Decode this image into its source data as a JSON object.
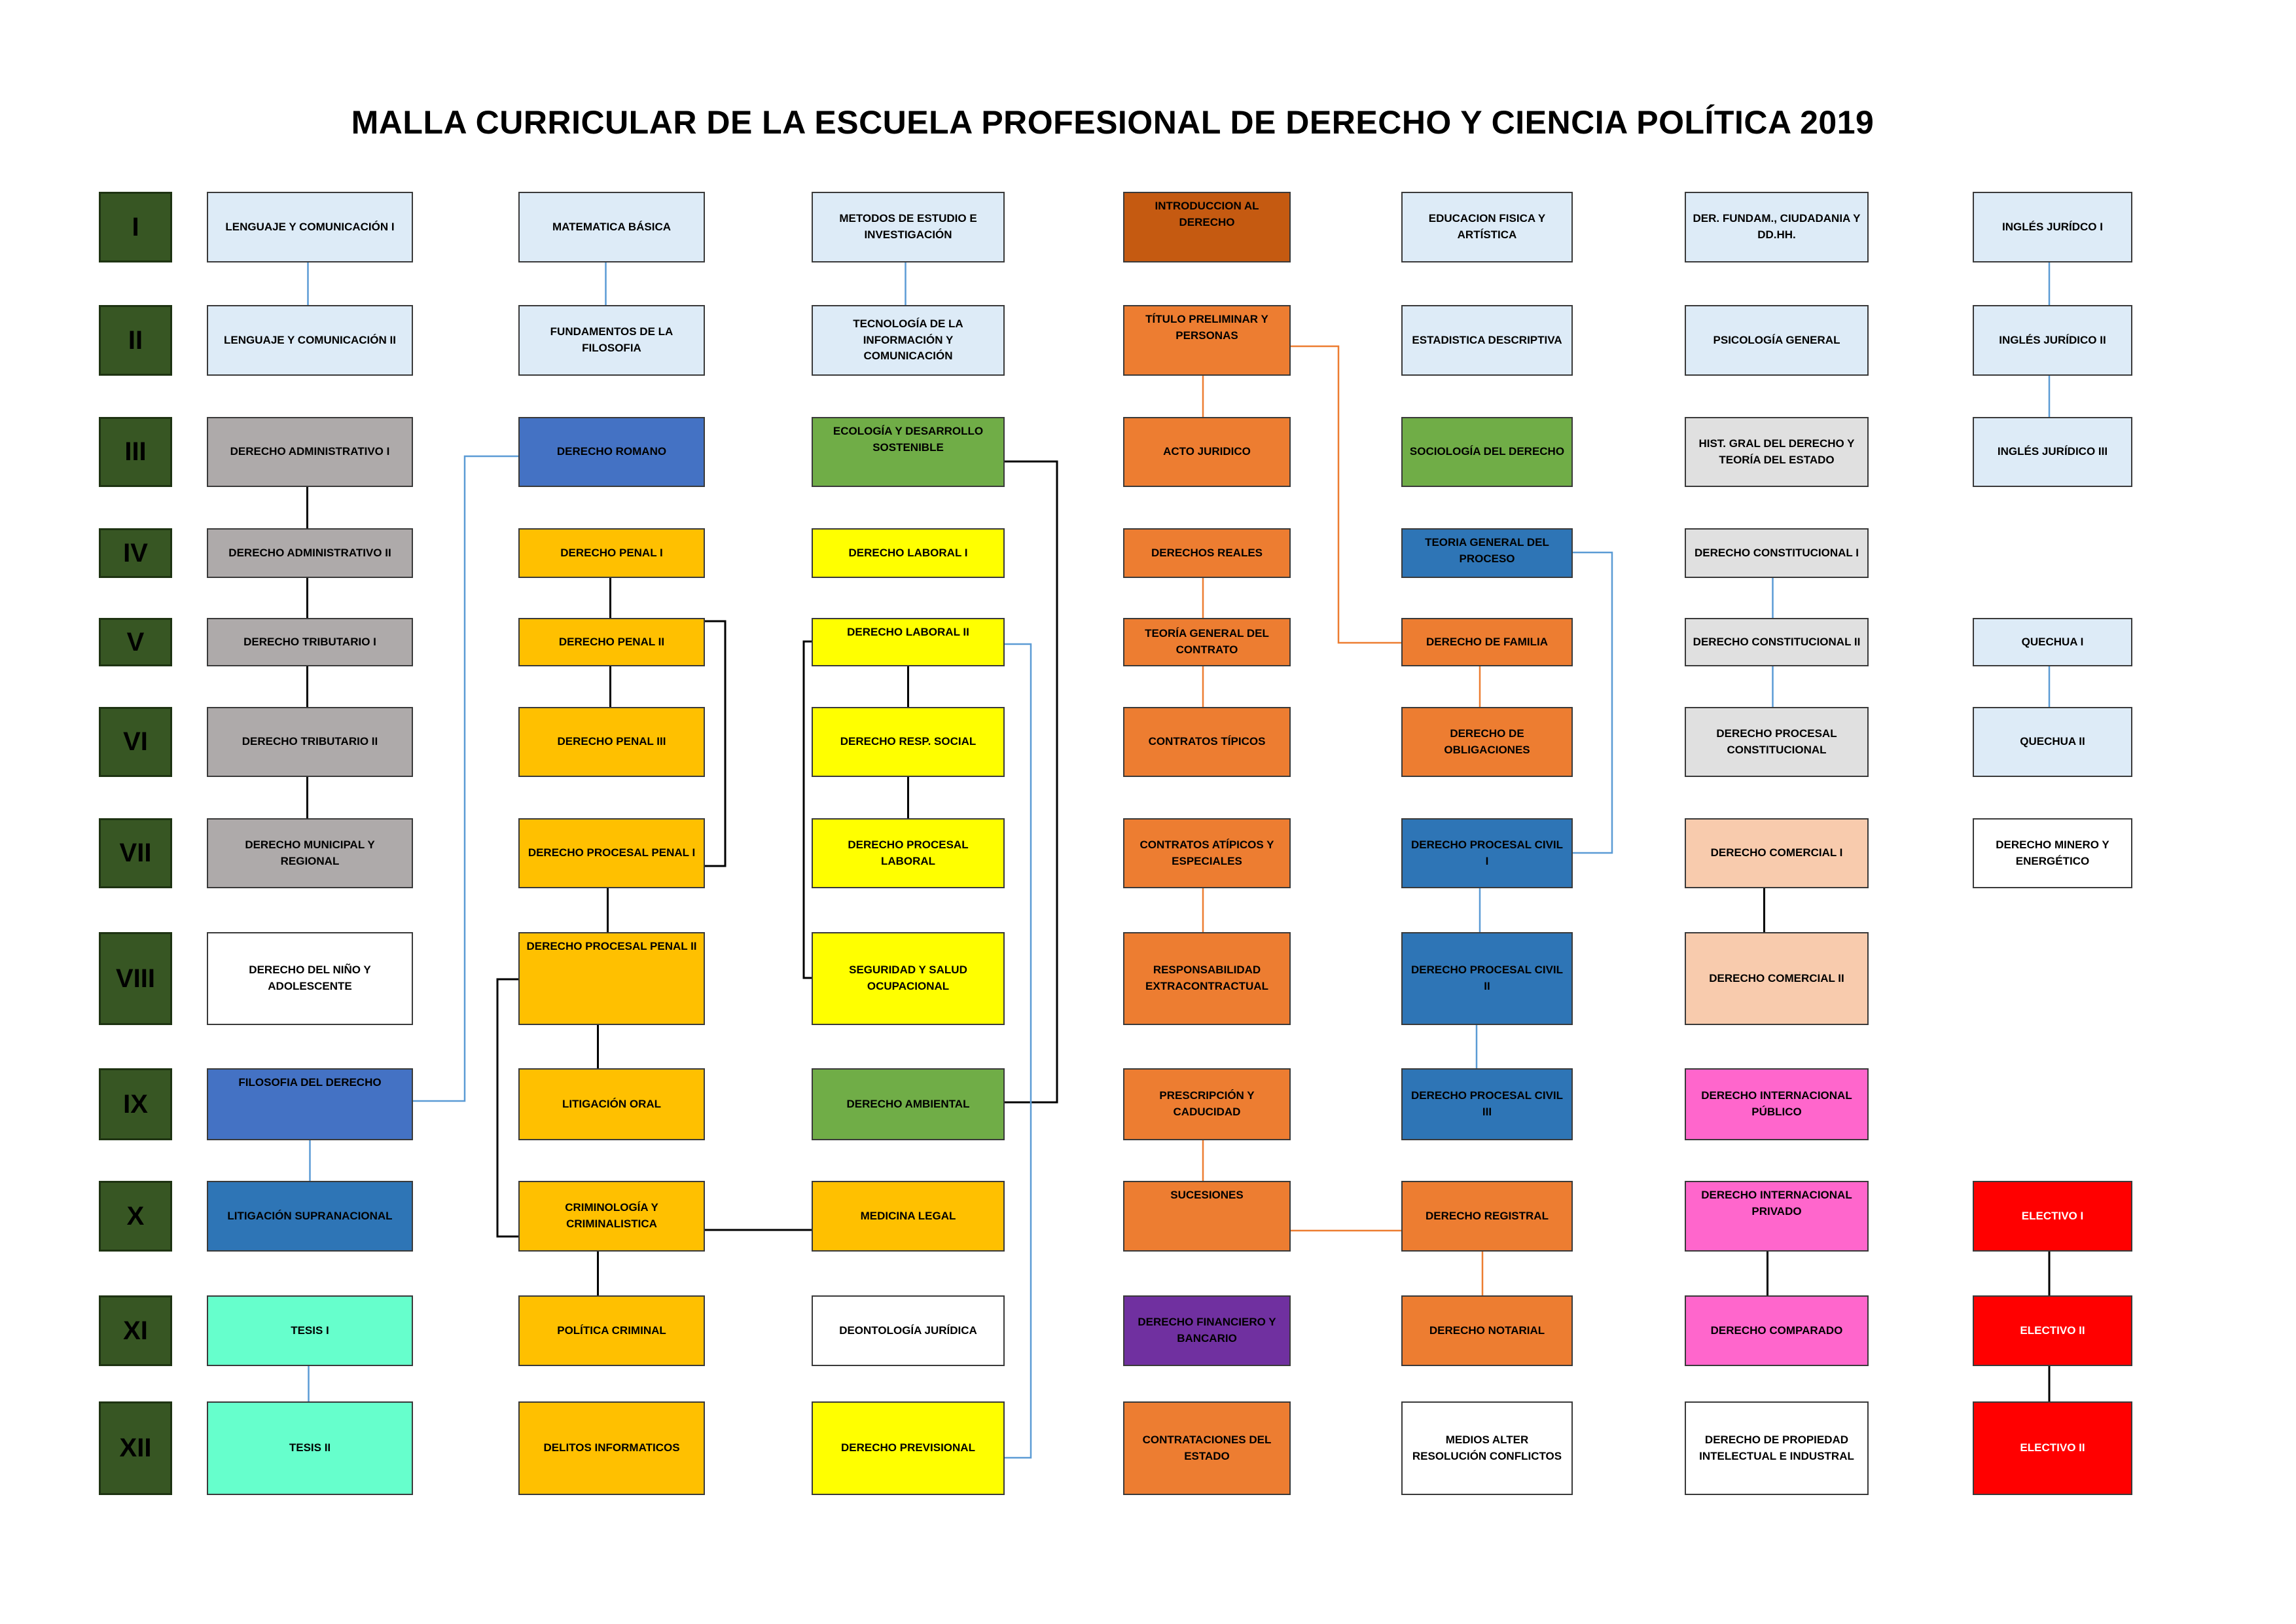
{
  "title": "MALLA CURRICULAR  DE LA ESCUELA PROFESIONAL DE DERECHO Y CIENCIA POLÍTICA 2019",
  "colors": {
    "semester_box": "#375623",
    "light_blue": "#DDEBF7",
    "gray": "#AEAAAA",
    "light_gray": "#E0E0E0",
    "blue": "#4472C4",
    "mid_blue": "#2E75B6",
    "gold": "#FFC000",
    "yellow": "#FFFF00",
    "green": "#70AD47",
    "orange": "#ED7D31",
    "dark_orange": "#C55A11",
    "peach": "#F8CBAD",
    "pink": "#FF66CC",
    "aqua": "#66FFCC",
    "purple": "#7030A0",
    "red": "#FF0000",
    "white": "#FFFFFF",
    "line_blue": "#5B9BD5",
    "line_orange": "#ED7D31",
    "line_black": "#000000"
  },
  "semesters": [
    "I",
    "II",
    "III",
    "IV",
    "V",
    "VI",
    "VII",
    "VIII",
    "IX",
    "X",
    "XI",
    "XII"
  ],
  "courses": {
    "lenguaje_1": "LENGUAJE Y COMUNICACIÓN I",
    "lenguaje_2": "LENGUAJE Y COMUNICACIÓN II",
    "der_admin_1": "DERECHO ADMINISTRATIVO I",
    "der_admin_2": "DERECHO ADMINISTRATIVO II",
    "der_trib_1": "DERECHO TRIBUTARIO I",
    "der_trib_2": "DERECHO TRIBUTARIO II",
    "der_municipal": "DERECHO MUNICIPAL Y REGIONAL",
    "der_nino": "DERECHO DEL NIÑO Y ADOLESCENTE",
    "filosofia_der": "FILOSOFIA DEL DERECHO",
    "litigacion_supra": "LITIGACIÓN SUPRANACIONAL",
    "tesis_1": "TESIS I",
    "tesis_2": "TESIS II",
    "matematica": "MATEMATICA BÁSICA",
    "fund_filosofia": "FUNDAMENTOS DE LA FILOSOFIA",
    "der_romano": "DERECHO ROMANO",
    "penal_1": "DERECHO PENAL I",
    "penal_2": "DERECHO PENAL II",
    "penal_3": "DERECHO PENAL III",
    "proc_penal_1": "DERECHO PROCESAL PENAL I",
    "proc_penal_2": "DERECHO PROCESAL PENAL II",
    "litigacion_oral": "LITIGACIÓN ORAL",
    "criminologia": "CRIMINOLOGÍA Y CRIMINALISTICA",
    "politica_criminal": "POLÍTICA CRIMINAL",
    "delitos_inf": "DELITOS INFORMATICOS",
    "metodos": "METODOS DE ESTUDIO E INVESTIGACIÓN",
    "tecnologia": "TECNOLOGÍA DE LA INFORMACIÓN Y COMUNICACIÓN",
    "ecologia": "ECOLOGÍA Y DESARROLLO SOSTENIBLE",
    "laboral_1": "DERECHO LABORAL I",
    "laboral_2": "DERECHO LABORAL II",
    "resp_social": "DERECHO RESP. SOCIAL",
    "proc_laboral": "DERECHO PROCESAL LABORAL",
    "seguridad": "SEGURIDAD Y SALUD OCUPACIONAL",
    "ambiental": "DERECHO AMBIENTAL",
    "medicina": "MEDICINA LEGAL",
    "deontologia": "DEONTOLOGÍA JURÍDICA",
    "previsional": "DERECHO PREVISIONAL",
    "intro_der": "INTRODUCCION AL DERECHO",
    "titulo_prel": "TÍTULO PRELIMINAR Y PERSONAS",
    "acto_jur": "ACTO JURIDICO",
    "reales": "DERECHOS REALES",
    "teoria_contrato": "TEORÍA GENERAL DEL CONTRATO",
    "contratos_tip": "CONTRATOS TÍPICOS",
    "contratos_atip": "CONTRATOS ATÍPICOS Y ESPECIALES",
    "resp_extra": "RESPONSABILIDAD EXTRACONTRACTUAL",
    "prescripcion": "PRESCRIPCIÓN Y CADUCIDAD",
    "sucesiones": "SUCESIONES",
    "financiero": "DERECHO FINANCIERO Y BANCARIO",
    "contrataciones": "CONTRATACIONES DEL ESTADO",
    "ed_fisica": "EDUCACION FISICA Y ARTÍSTICA",
    "estadistica": "ESTADISTICA DESCRIPTIVA",
    "sociologia": "SOCIOLOGÍA DEL DERECHO",
    "teoria_proceso": "TEORIA GENERAL DEL PROCESO",
    "familia": "DERECHO DE FAMILIA",
    "obligaciones": "DERECHO DE OBLIGACIONES",
    "proc_civil_1": "DERECHO PROCESAL CIVIL I",
    "proc_civil_2": "DERECHO PROCESAL CIVIL II",
    "proc_civil_3": "DERECHO PROCESAL CIVIL III",
    "registral": "DERECHO REGISTRAL",
    "notarial": "DERECHO NOTARIAL",
    "medios_alter": "MEDIOS ALTER RESOLUCIÓN CONFLICTOS",
    "der_fundam": "DER. FUNDAM., CIUDADANIA Y DD.HH.",
    "psicologia": "PSICOLOGÍA GENERAL",
    "hist_gral": "HIST. GRAL DEL DERECHO Y TEORÍA DEL ESTADO",
    "constitucional_1": "DERECHO CONSTITUCIONAL I",
    "constitucional_2": "DERECHO CONSTITUCIONAL II",
    "proc_constitucional": "DERECHO PROCESAL CONSTITUCIONAL",
    "comercial_1": "DERECHO COMERCIAL I",
    "comercial_2": "DERECHO COMERCIAL II",
    "intl_publico": "DERECHO INTERNACIONAL PÚBLICO",
    "intl_privado": "DERECHO INTERNACIONAL PRIVADO",
    "comparado": "DERECHO COMPARADO",
    "propiedad_int": "DERECHO DE PROPIEDAD INTELECTUAL E  INDUSTRAL",
    "ingles_1": "INGLÉS JURÍDCO I",
    "ingles_2": "INGLÉS JURÍDICO II",
    "ingles_3": "INGLÉS JURÍDICO III",
    "quechua_1": "QUECHUA I",
    "quechua_2": "QUECHUA II",
    "minero": "DERECHO MINERO Y ENERGÉTICO",
    "electivo_1": "ELECTIVO I",
    "electivo_2": "ELECTIVO II",
    "electivo_3": "ELECTIVO II"
  }
}
